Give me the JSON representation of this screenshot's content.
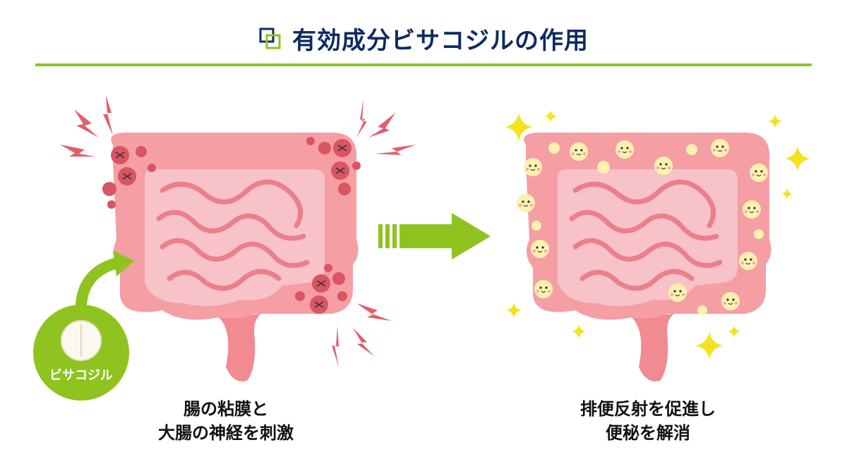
{
  "title": "有効成分ビサコジルの作用",
  "colors": {
    "title": "#0e2a63",
    "rule": "#8fc31f",
    "arrow": "#8fc31f",
    "intestine_outer": "#f59ea4",
    "intestine_inner": "#f8c3c8",
    "intestine_fold": "#ec7f8a",
    "inflamed_spot": "#d85563",
    "happy_spot": "#fdf1b0",
    "sparkle": "#f6e21c",
    "shock": "#e0606b"
  },
  "pill_label": "ビサコジル",
  "caption_left": {
    "line1": "腸の粘膜と",
    "line2": "大腸の神経を刺激"
  },
  "caption_right": {
    "line1": "排便反射を促進し",
    "line2": "便秘を解消"
  },
  "icons": [
    "title-square-icon",
    "pill-icon",
    "green-arrow-icon",
    "sparkle-icon",
    "lightning-icon"
  ]
}
